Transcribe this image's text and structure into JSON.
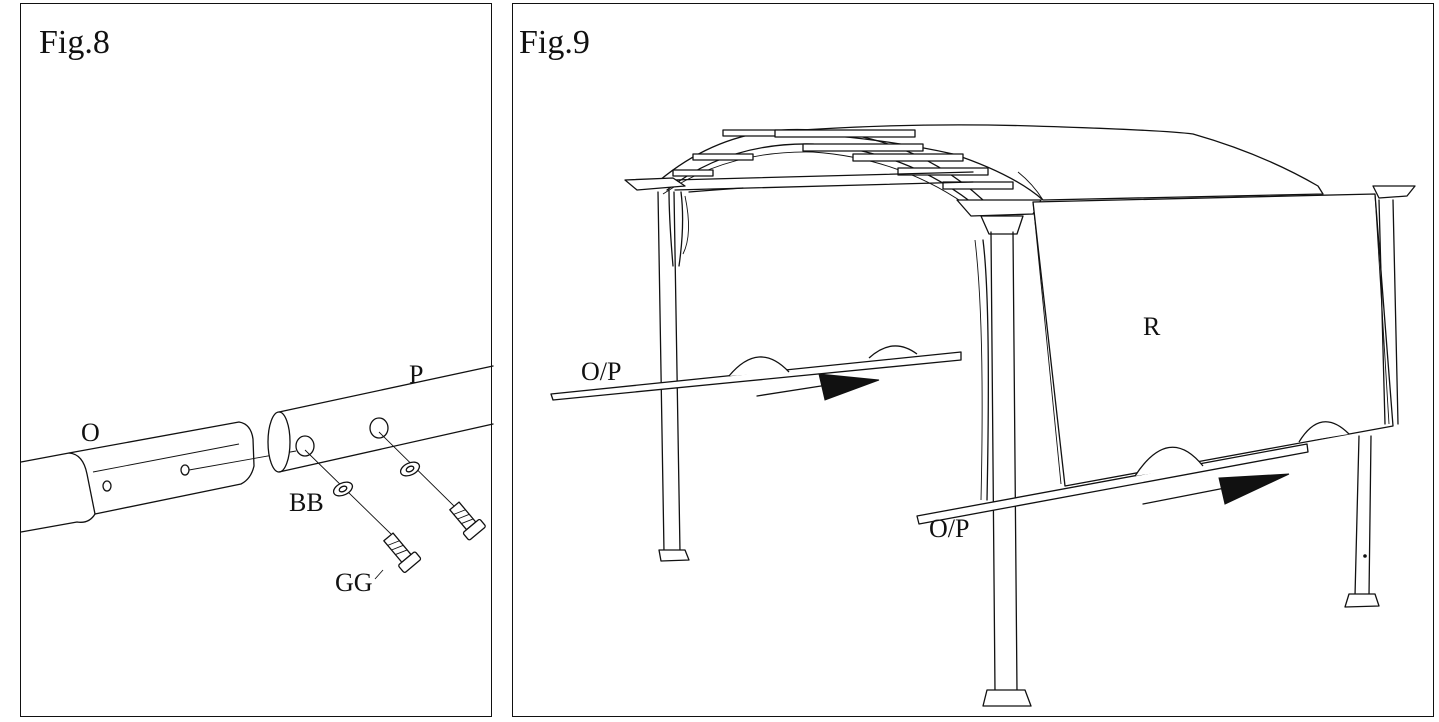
{
  "fig8": {
    "title": "Fig.8",
    "labels": {
      "o": "O",
      "p": "P",
      "bb": "BB",
      "gg": "GG"
    }
  },
  "fig9": {
    "title": "Fig.9",
    "labels": {
      "op_left": "O/P",
      "op_right": "O/P",
      "r": "R"
    }
  },
  "icons": [
    "arrow-icon",
    "bolt-icon",
    "washer-icon"
  ]
}
